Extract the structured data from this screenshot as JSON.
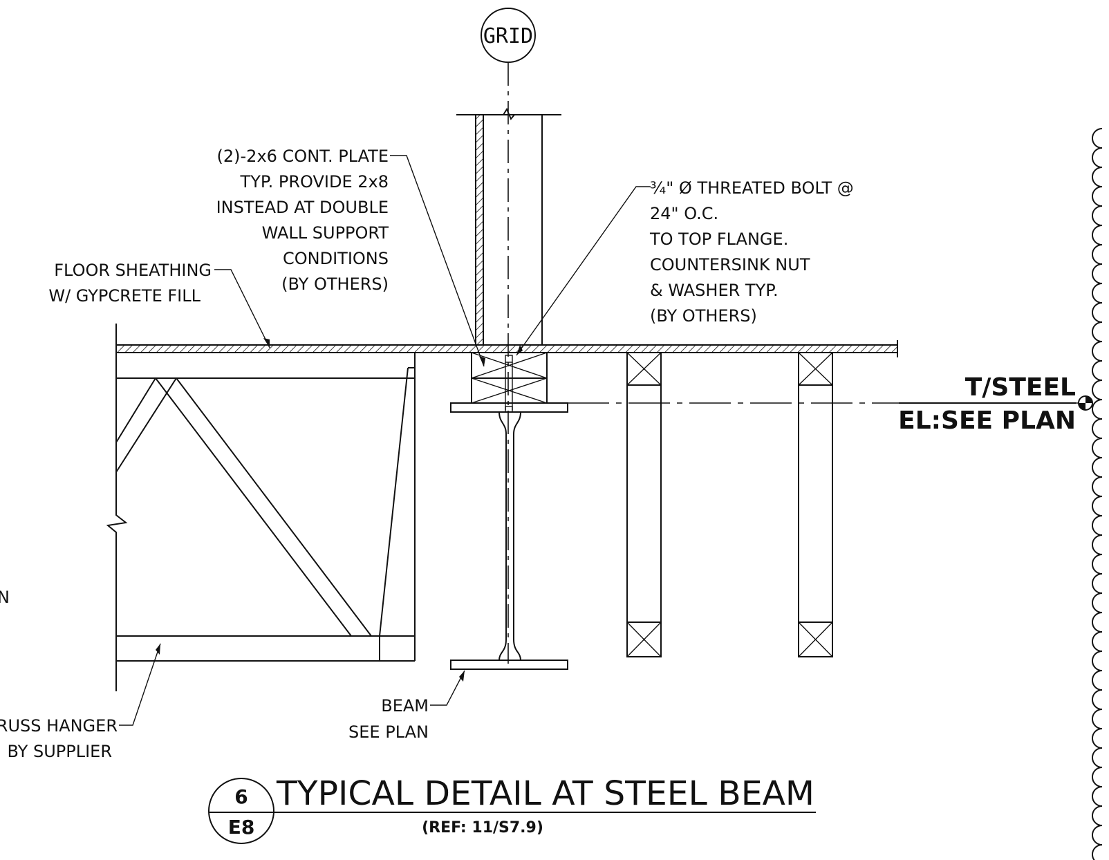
{
  "grid_bubble": {
    "label": "GRID"
  },
  "notes": {
    "cont_plate": [
      "(2)-2x6 CONT. PLATE",
      "TYP. PROVIDE 2x8",
      "INSTEAD AT DOUBLE",
      "WALL SUPPORT",
      "CONDITIONS",
      "(BY OTHERS)"
    ],
    "floor_sheathing": [
      "FLOOR SHEATHING",
      "W/ GYPCRETE FILL"
    ],
    "bolt": [
      "¾\" Ø THREATED BOLT @",
      "24\" O.C.",
      "TO TOP FLANGE.",
      "COUNTERSINK NUT",
      "& WASHER TYP.",
      "(BY OTHERS)"
    ],
    "beam": [
      "BEAM",
      "SEE PLAN"
    ],
    "truss_hanger": [
      "TRUSS HANGER",
      "BY SUPPLIER"
    ],
    "cut_off_fragment": "N"
  },
  "elevation": {
    "line1": "T/STEEL",
    "line2": "EL:SEE PLAN"
  },
  "title_block": {
    "detail_number": "6",
    "sheet_number": "E8",
    "title": "TYPICAL DETAIL AT STEEL BEAM",
    "reference": "(REF: 11/S7.9)"
  }
}
